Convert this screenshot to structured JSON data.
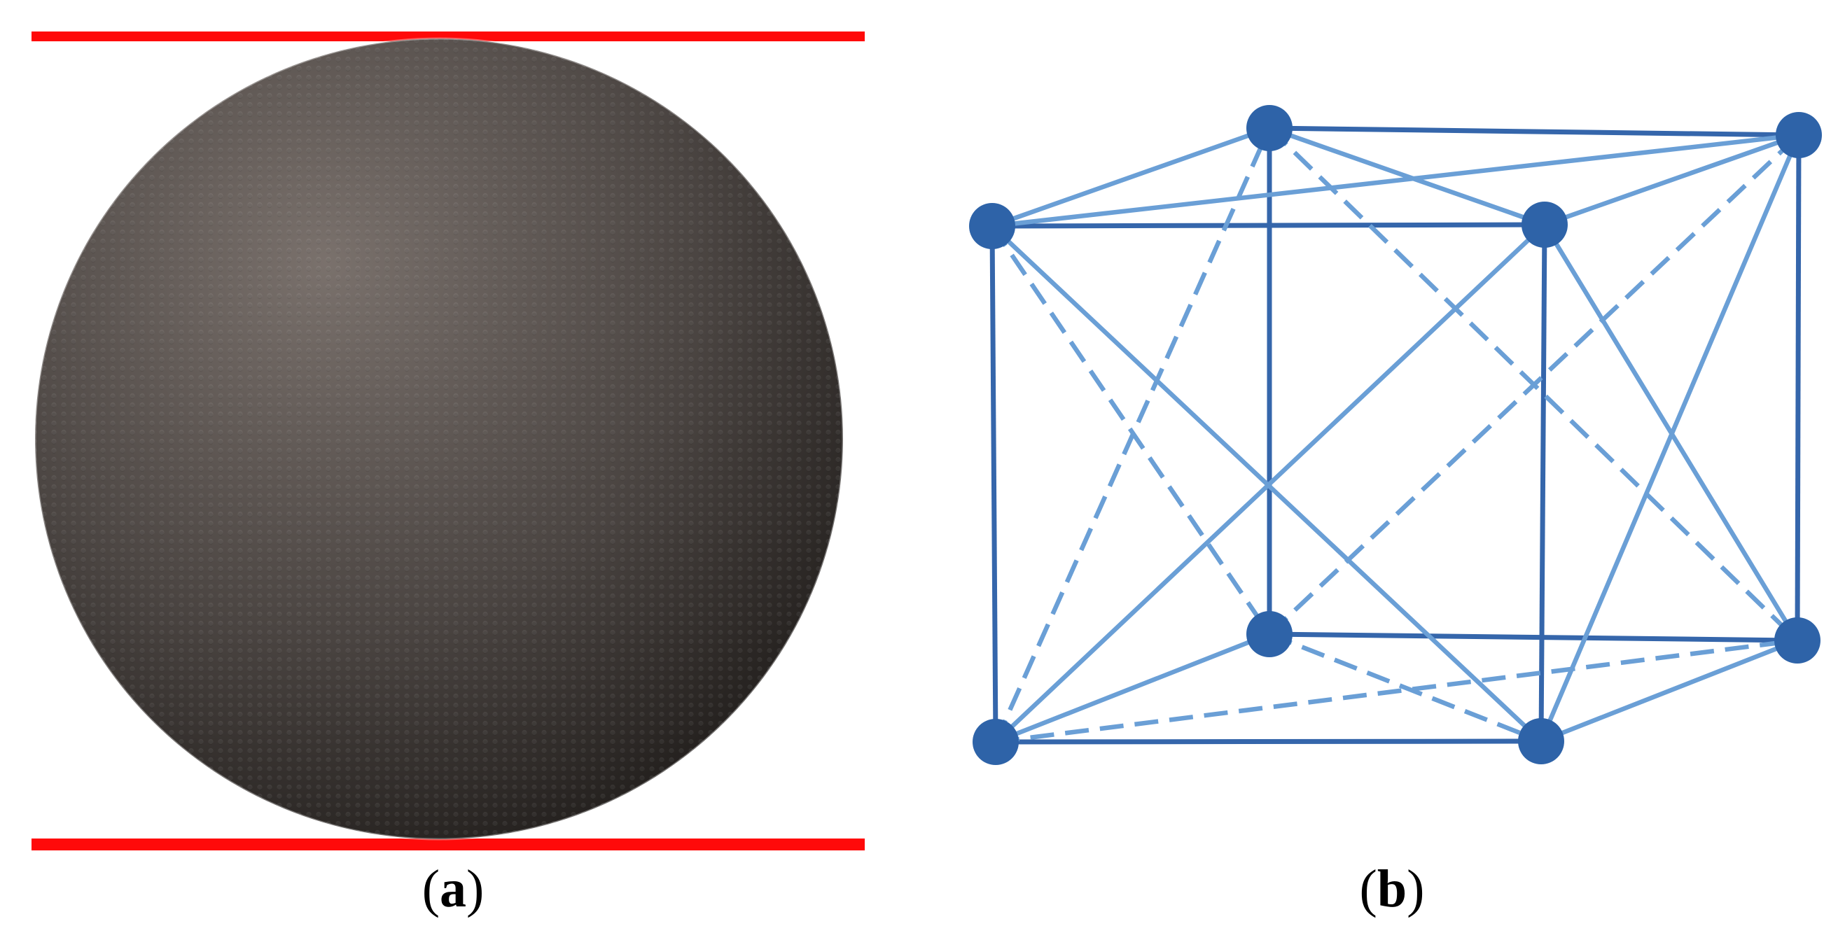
{
  "figure": {
    "panel_a": {
      "caption_open": "(",
      "caption_letter": "a",
      "caption_close": ")"
    },
    "panel_b": {
      "caption_open": "(",
      "caption_letter": "b",
      "caption_close": ")"
    }
  },
  "colors": {
    "plate": "#ff0a0a",
    "sphere_light": "#7a716c",
    "sphere_mid": "#4a4441",
    "sphere_dark": "#1a1715",
    "node": "#2e63a8",
    "edge_dark": "#3566ab",
    "edge_light": "#6a9fd6"
  },
  "lattice": {
    "nodes": [
      {
        "id": "front-top-left"
      },
      {
        "id": "front-top-right"
      },
      {
        "id": "front-bottom-left"
      },
      {
        "id": "front-bottom-right"
      },
      {
        "id": "back-top-left"
      },
      {
        "id": "back-top-right"
      },
      {
        "id": "back-bottom-left"
      },
      {
        "id": "back-bottom-right"
      }
    ]
  }
}
